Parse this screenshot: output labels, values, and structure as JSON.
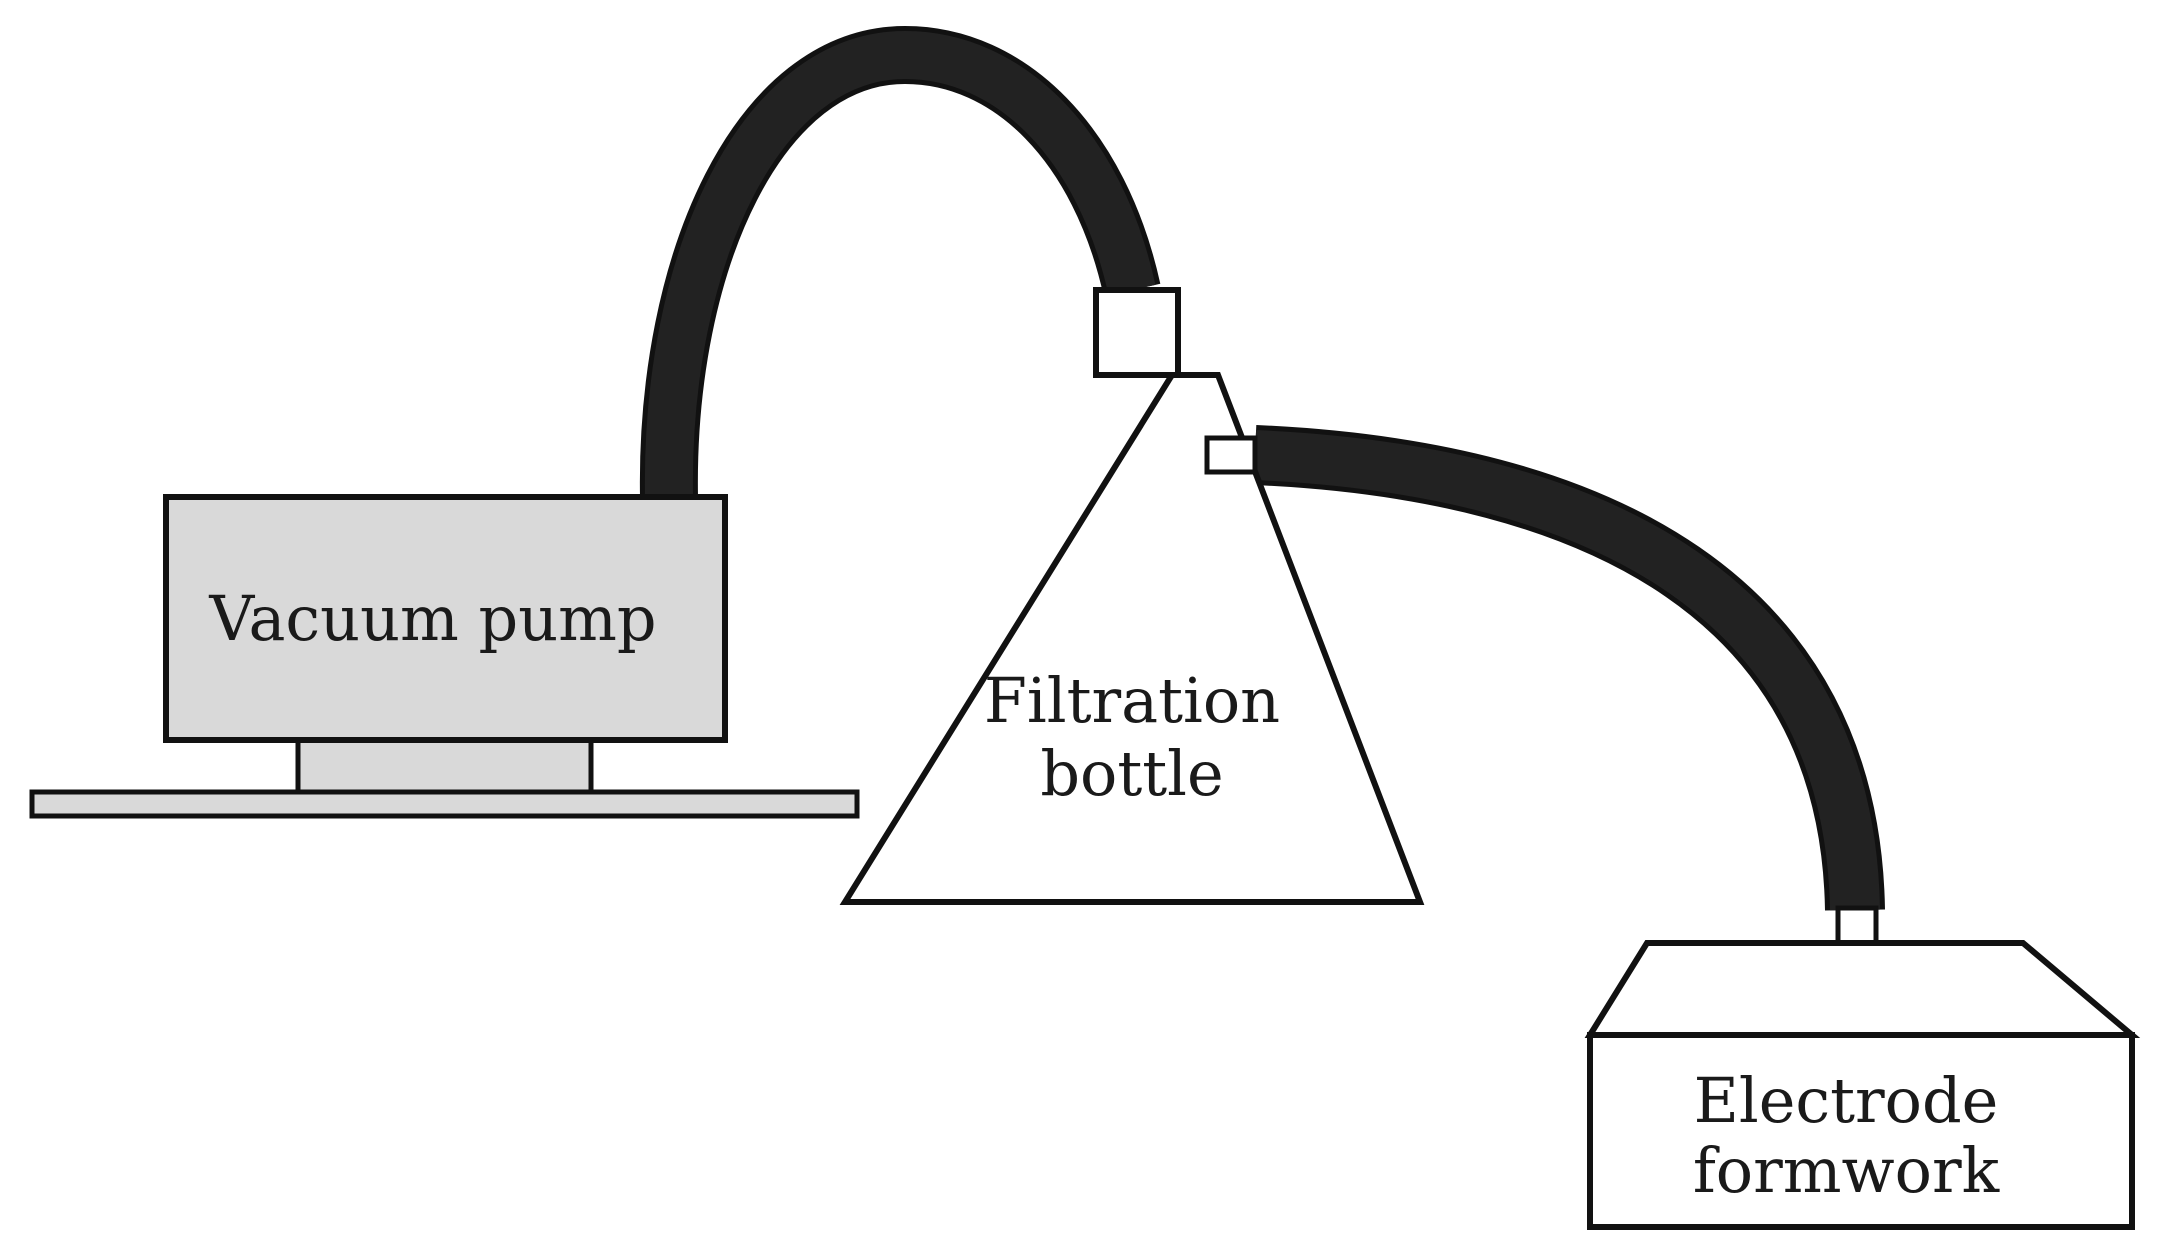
{
  "labels": {
    "vacuum_pump": "Vacuum pump",
    "filtration_bottle_line1": "Filtration",
    "filtration_bottle_line2": "bottle",
    "electrode_formwork_line1": "Electrode",
    "electrode_formwork_line2": "formwork"
  },
  "colors": {
    "outline": "#111111",
    "hose": "#222222",
    "pump_fill": "#d9d9d9",
    "background": "#ffffff"
  }
}
